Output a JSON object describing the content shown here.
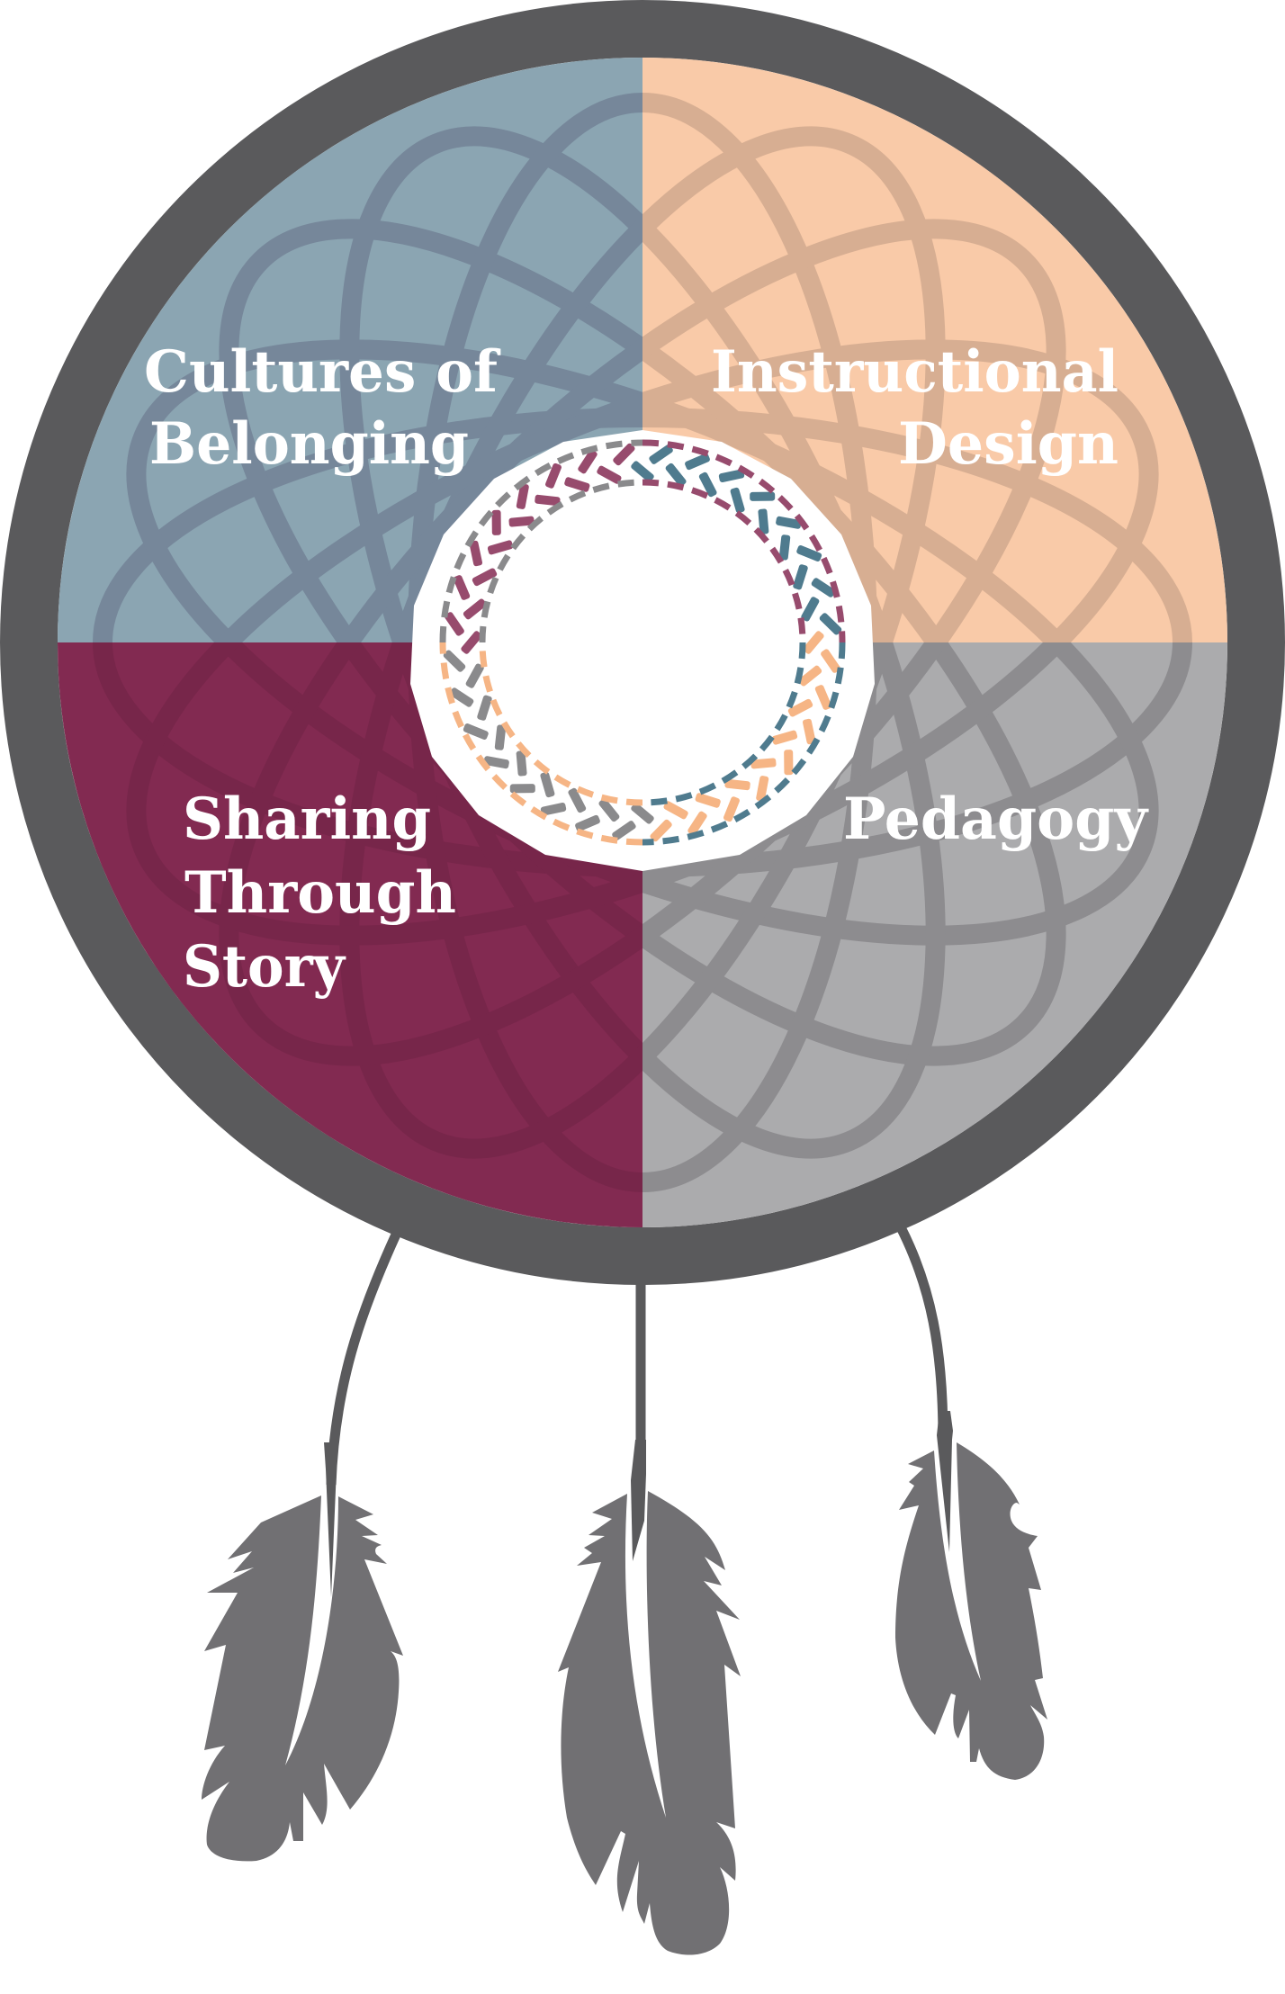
{
  "diagram": {
    "type": "dreamcatcher-quadrant-model",
    "quadrants": [
      {
        "id": "top-left",
        "lines": [
          "Cultures of",
          "Belonging"
        ],
        "color": "#8ba5b2",
        "web_color": "#76879a"
      },
      {
        "id": "top-right",
        "lines": [
          "Instructional",
          "Design"
        ],
        "color": "#f9caa8",
        "web_color": "#d7ae92"
      },
      {
        "id": "bottom-left",
        "lines": [
          "Sharing",
          "Through",
          "Story"
        ],
        "color": "#822a51",
        "web_color": "#77264a"
      },
      {
        "id": "bottom-right",
        "lines": [
          "Pedagogy"
        ],
        "color": "#ababad",
        "web_color": "#8d8c8f"
      }
    ],
    "center_braid": {
      "segments": [
        {
          "quadrant": "top-left",
          "color": "#8a8a8c"
        },
        {
          "quadrant": "top-right",
          "color": "#974b6d"
        },
        {
          "quadrant": "bottom-right",
          "color": "#4f7b8e"
        },
        {
          "quadrant": "bottom-left",
          "color": "#f6b585"
        }
      ]
    },
    "ring_color": "#5a5a5c",
    "feather_color": "#717073",
    "feather_count": 3
  }
}
